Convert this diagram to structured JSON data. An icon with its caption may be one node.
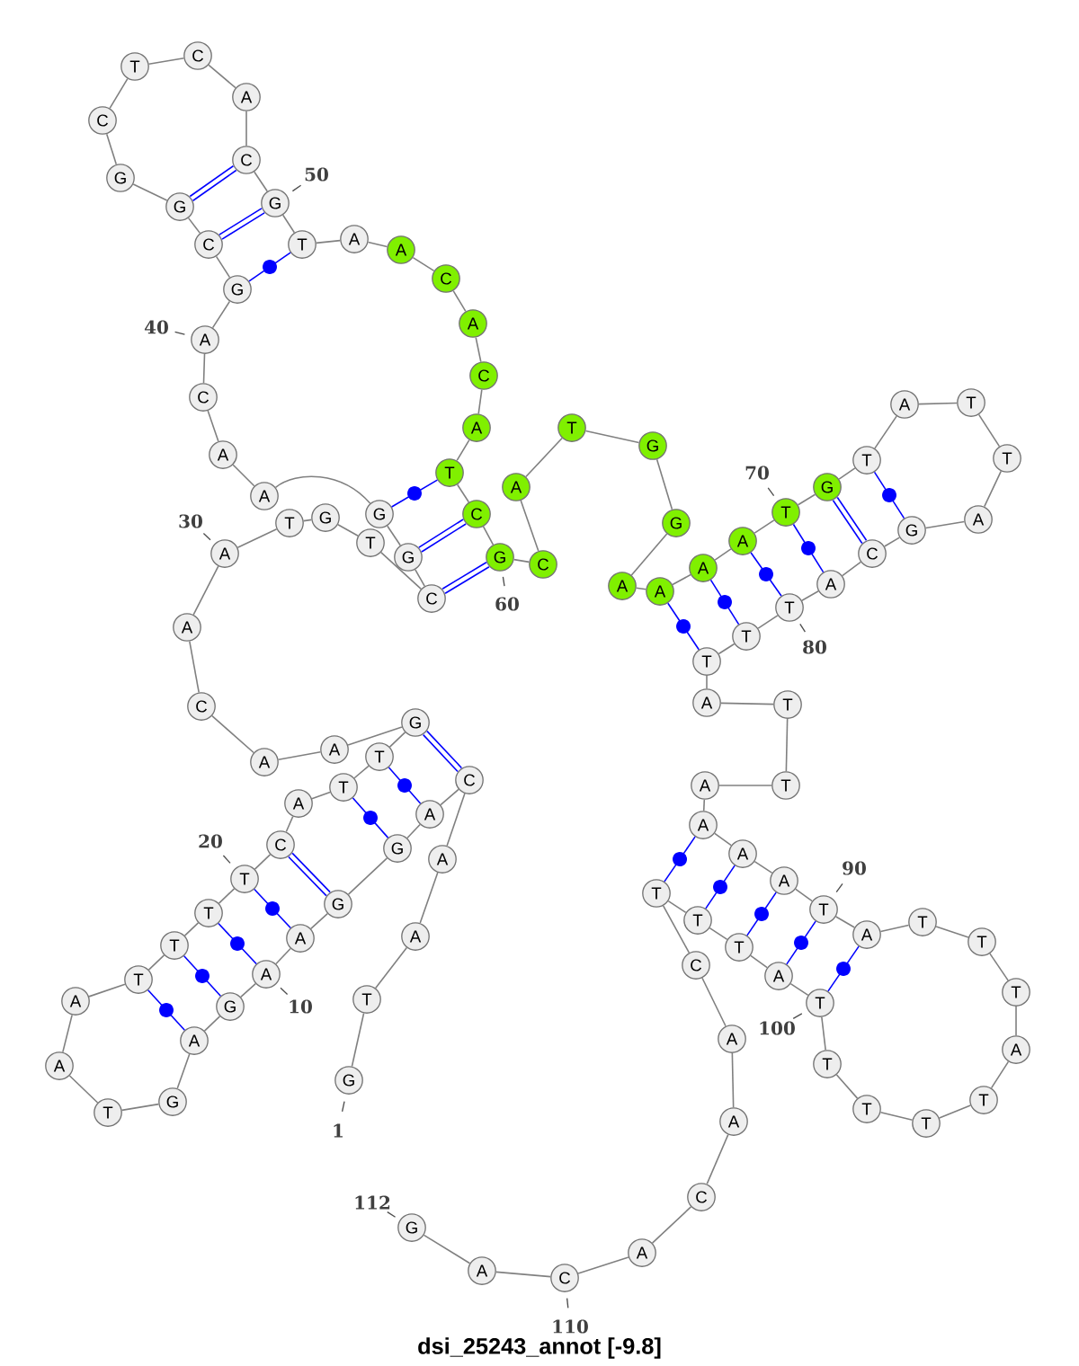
{
  "diagram": {
    "caption": "dsi_25243_annot [-9.8]",
    "nodes": [
      {
        "text": [
          "G"
        ],
        "beside": [
          "1"
        ]
      },
      {
        "text": [
          "T"
        ]
      },
      {
        "text": [
          "A"
        ]
      },
      {
        "text": [
          "A"
        ]
      },
      {
        "text": [
          "C"
        ]
      },
      {
        "text": [
          "A"
        ]
      },
      {
        "text": [
          "G"
        ]
      },
      {
        "text": [
          "G"
        ]
      },
      {
        "text": [
          "A"
        ]
      },
      {
        "text": [
          "A"
        ],
        "beside": [
          "10"
        ]
      },
      {
        "text": [
          "G"
        ]
      },
      {
        "text": [
          "A"
        ]
      },
      {
        "text": [
          "G"
        ]
      },
      {
        "text": [
          "T"
        ]
      },
      {
        "text": [
          "A"
        ]
      },
      {
        "text": [
          "A"
        ]
      },
      {
        "text": [
          "T"
        ]
      },
      {
        "text": [
          "T"
        ]
      },
      {
        "text": [
          "T"
        ]
      },
      {
        "text": [
          "T"
        ],
        "beside": [
          "20"
        ]
      },
      {
        "text": [
          "C"
        ]
      },
      {
        "text": [
          "A"
        ]
      },
      {
        "text": [
          "T"
        ]
      },
      {
        "text": [
          "T"
        ]
      },
      {
        "text": [
          "G"
        ]
      },
      {
        "text": [
          "A"
        ]
      },
      {
        "text": [
          "A"
        ]
      },
      {
        "text": [
          "C"
        ]
      },
      {
        "text": [
          "A"
        ]
      },
      {
        "text": [
          "A"
        ],
        "beside": [
          "30"
        ]
      },
      {
        "text": [
          "T"
        ]
      },
      {
        "text": [
          "G"
        ]
      },
      {
        "text": [
          "T"
        ]
      },
      {
        "text": [
          "C"
        ]
      },
      {
        "text": [
          "G"
        ]
      },
      {
        "text": [
          "G"
        ]
      },
      {
        "text": [
          "A"
        ]
      },
      {
        "text": [
          "A"
        ]
      },
      {
        "text": [
          "C"
        ]
      },
      {
        "text": [
          "A"
        ],
        "beside": [
          "40"
        ]
      },
      {
        "text": [
          "G"
        ]
      },
      {
        "text": [
          "C"
        ]
      },
      {
        "text": [
          "G"
        ]
      },
      {
        "text": [
          "G"
        ]
      },
      {
        "text": [
          "C"
        ]
      },
      {
        "text": [
          "T"
        ]
      },
      {
        "text": [
          "C"
        ]
      },
      {
        "text": [
          "A"
        ]
      },
      {
        "text": [
          "C"
        ]
      },
      {
        "text": [
          "G"
        ],
        "beside": [
          "50"
        ]
      },
      {
        "text": [
          "T"
        ]
      },
      {
        "text": [
          "A"
        ]
      },
      {
        "text": [
          "A"
        ]
      },
      {
        "text": [
          "C"
        ]
      },
      {
        "text": [
          "A"
        ]
      },
      {
        "text": [
          "C"
        ]
      },
      {
        "text": [
          "A"
        ]
      },
      {
        "text": [
          "T"
        ]
      },
      {
        "text": [
          "C"
        ]
      },
      {
        "text": [
          "G"
        ],
        "beside": [
          "60"
        ]
      },
      {
        "text": [
          "C"
        ]
      },
      {
        "text": [
          "A"
        ]
      },
      {
        "text": [
          "T"
        ]
      },
      {
        "text": [
          "G"
        ]
      },
      {
        "text": [
          "G"
        ]
      },
      {
        "text": [
          "A"
        ]
      },
      {
        "text": [
          "A"
        ]
      },
      {
        "text": [
          "A"
        ]
      },
      {
        "text": [
          "A"
        ]
      },
      {
        "text": [
          "T"
        ],
        "beside": [
          "70"
        ]
      },
      {
        "text": [
          "G"
        ]
      },
      {
        "text": [
          "T"
        ]
      },
      {
        "text": [
          "A"
        ]
      },
      {
        "text": [
          "T"
        ]
      },
      {
        "text": [
          "T"
        ]
      },
      {
        "text": [
          "A"
        ]
      },
      {
        "text": [
          "G"
        ]
      },
      {
        "text": [
          "C"
        ]
      },
      {
        "text": [
          "A"
        ]
      },
      {
        "text": [
          "T"
        ],
        "beside": [
          "80"
        ]
      },
      {
        "text": [
          "T"
        ]
      },
      {
        "text": [
          "T"
        ]
      },
      {
        "text": [
          "A"
        ]
      },
      {
        "text": [
          "T"
        ]
      },
      {
        "text": [
          "T"
        ]
      },
      {
        "text": [
          "A"
        ]
      },
      {
        "text": [
          "A"
        ]
      },
      {
        "text": [
          "A"
        ]
      },
      {
        "text": [
          "A"
        ]
      },
      {
        "text": [
          "T"
        ],
        "beside": [
          "90"
        ]
      },
      {
        "text": [
          "A"
        ]
      },
      {
        "text": [
          "T"
        ]
      },
      {
        "text": [
          "T"
        ]
      },
      {
        "text": [
          "T"
        ]
      },
      {
        "text": [
          "A"
        ]
      },
      {
        "text": [
          "T"
        ]
      },
      {
        "text": [
          "T"
        ]
      },
      {
        "text": [
          "T"
        ]
      },
      {
        "text": [
          "T"
        ]
      },
      {
        "text": [
          "T"
        ],
        "beside": [
          "100"
        ]
      },
      {
        "text": [
          "A"
        ]
      },
      {
        "text": [
          "T"
        ]
      },
      {
        "text": [
          "T"
        ]
      },
      {
        "text": [
          "T"
        ]
      },
      {
        "text": [
          "C"
        ]
      },
      {
        "text": [
          "A"
        ]
      },
      {
        "text": [
          "A"
        ]
      },
      {
        "text": [
          "C"
        ]
      },
      {
        "text": [
          "A"
        ]
      },
      {
        "text": [
          "C"
        ],
        "beside": [
          "110"
        ]
      },
      {
        "text": [
          "A"
        ]
      },
      {
        "text": [
          "G"
        ],
        "beside": [
          "112"
        ]
      }
    ],
    "edges": [
      {
        "from": 0,
        "to": 1,
        "arrow": "none"
      },
      {
        "from": 1,
        "to": 2,
        "arrow": "none"
      },
      {
        "from": 2,
        "to": 3,
        "arrow": "none"
      },
      {
        "from": 3,
        "to": 4,
        "arrow": "none"
      },
      {
        "from": 4,
        "to": 5,
        "arrow": "none"
      },
      {
        "from": 5,
        "to": 6,
        "arrow": "none"
      },
      {
        "from": 6,
        "to": 7,
        "arrow": "none"
      },
      {
        "from": 7,
        "to": 8,
        "arrow": "none"
      },
      {
        "from": 8,
        "to": 9,
        "arrow": "none"
      },
      {
        "from": 9,
        "to": 10,
        "arrow": "none"
      },
      {
        "from": 10,
        "to": 11,
        "arrow": "none"
      },
      {
        "from": 11,
        "to": 12,
        "arrow": "none"
      },
      {
        "from": 12,
        "to": 13,
        "arrow": "none"
      },
      {
        "from": 13,
        "to": 14,
        "arrow": "none"
      },
      {
        "from": 14,
        "to": 15,
        "arrow": "none"
      },
      {
        "from": 15,
        "to": 16,
        "arrow": "none"
      },
      {
        "from": 16,
        "to": 17,
        "arrow": "none"
      },
      {
        "from": 17,
        "to": 18,
        "arrow": "none"
      },
      {
        "from": 18,
        "to": 19,
        "arrow": "none"
      },
      {
        "from": 19,
        "to": 20,
        "arrow": "none"
      },
      {
        "from": 20,
        "to": 21,
        "arrow": "none"
      },
      {
        "from": 21,
        "to": 22,
        "arrow": "none"
      },
      {
        "from": 22,
        "to": 23,
        "arrow": "none"
      },
      {
        "from": 23,
        "to": 24,
        "arrow": "none"
      },
      {
        "from": 24,
        "to": 25,
        "arrow": "none"
      },
      {
        "from": 25,
        "to": 26,
        "arrow": "none"
      },
      {
        "from": 26,
        "to": 27,
        "arrow": "none"
      },
      {
        "from": 27,
        "to": 28,
        "arrow": "none"
      },
      {
        "from": 28,
        "to": 29,
        "arrow": "none"
      },
      {
        "from": 29,
        "to": 30,
        "arrow": "none"
      },
      {
        "from": 30,
        "to": 31,
        "arrow": "none"
      },
      {
        "from": 31,
        "to": 32,
        "arrow": "none"
      },
      {
        "from": 32,
        "to": 33,
        "arrow": "none"
      },
      {
        "from": 33,
        "to": 34,
        "arrow": "none"
      },
      {
        "from": 34,
        "to": 35,
        "arrow": "none"
      },
      {
        "from": 35,
        "to": 36,
        "arrow": "none"
      },
      {
        "from": 36,
        "to": 37,
        "arrow": "none"
      },
      {
        "from": 37,
        "to": 38,
        "arrow": "none"
      },
      {
        "from": 38,
        "to": 39,
        "arrow": "none"
      },
      {
        "from": 39,
        "to": 40,
        "arrow": "none"
      },
      {
        "from": 40,
        "to": 41,
        "arrow": "none"
      },
      {
        "from": 41,
        "to": 42,
        "arrow": "none"
      },
      {
        "from": 42,
        "to": 43,
        "arrow": "none"
      },
      {
        "from": 43,
        "to": 44,
        "arrow": "none"
      },
      {
        "from": 44,
        "to": 45,
        "arrow": "none"
      },
      {
        "from": 45,
        "to": 46,
        "arrow": "none"
      },
      {
        "from": 46,
        "to": 47,
        "arrow": "none"
      },
      {
        "from": 47,
        "to": 48,
        "arrow": "none"
      },
      {
        "from": 48,
        "to": 49,
        "arrow": "none"
      },
      {
        "from": 49,
        "to": 50,
        "arrow": "none"
      },
      {
        "from": 50,
        "to": 51,
        "arrow": "none"
      },
      {
        "from": 51,
        "to": 52,
        "arrow": "none"
      },
      {
        "from": 52,
        "to": 53,
        "arrow": "none"
      },
      {
        "from": 53,
        "to": 54,
        "arrow": "none"
      },
      {
        "from": 54,
        "to": 55,
        "arrow": "none"
      },
      {
        "from": 55,
        "to": 56,
        "arrow": "none"
      },
      {
        "from": 56,
        "to": 57,
        "arrow": "none"
      },
      {
        "from": 57,
        "to": 58,
        "arrow": "none"
      },
      {
        "from": 58,
        "to": 59,
        "arrow": "none"
      },
      {
        "from": 59,
        "to": 60,
        "arrow": "none"
      },
      {
        "from": 60,
        "to": 61,
        "arrow": "none"
      },
      {
        "from": 61,
        "to": 62,
        "arrow": "none"
      },
      {
        "from": 62,
        "to": 63,
        "arrow": "none"
      },
      {
        "from": 63,
        "to": 64,
        "arrow": "none"
      },
      {
        "from": 64,
        "to": 65,
        "arrow": "none"
      },
      {
        "from": 65,
        "to": 66,
        "arrow": "none"
      },
      {
        "from": 66,
        "to": 67,
        "arrow": "none"
      },
      {
        "from": 67,
        "to": 68,
        "arrow": "none"
      },
      {
        "from": 68,
        "to": 69,
        "arrow": "none"
      },
      {
        "from": 69,
        "to": 70,
        "arrow": "none"
      },
      {
        "from": 70,
        "to": 71,
        "arrow": "none"
      },
      {
        "from": 71,
        "to": 72,
        "arrow": "none"
      },
      {
        "from": 72,
        "to": 73,
        "arrow": "none"
      },
      {
        "from": 73,
        "to": 74,
        "arrow": "none"
      },
      {
        "from": 74,
        "to": 75,
        "arrow": "none"
      },
      {
        "from": 75,
        "to": 76,
        "arrow": "none"
      },
      {
        "from": 76,
        "to": 77,
        "arrow": "none"
      },
      {
        "from": 77,
        "to": 78,
        "arrow": "none"
      },
      {
        "from": 78,
        "to": 79,
        "arrow": "none"
      },
      {
        "from": 79,
        "to": 80,
        "arrow": "none"
      },
      {
        "from": 80,
        "to": 81,
        "arrow": "none"
      },
      {
        "from": 81,
        "to": 82,
        "arrow": "none"
      },
      {
        "from": 82,
        "to": 83,
        "arrow": "none"
      },
      {
        "from": 83,
        "to": 84,
        "arrow": "none"
      },
      {
        "from": 84,
        "to": 85,
        "arrow": "none"
      },
      {
        "from": 85,
        "to": 86,
        "arrow": "none"
      },
      {
        "from": 86,
        "to": 87,
        "arrow": "none"
      },
      {
        "from": 87,
        "to": 88,
        "arrow": "none"
      },
      {
        "from": 88,
        "to": 89,
        "arrow": "none"
      },
      {
        "from": 89,
        "to": 90,
        "arrow": "none"
      },
      {
        "from": 90,
        "to": 91,
        "arrow": "none"
      },
      {
        "from": 91,
        "to": 92,
        "arrow": "none"
      },
      {
        "from": 92,
        "to": 93,
        "arrow": "none"
      },
      {
        "from": 93,
        "to": 94,
        "arrow": "none"
      },
      {
        "from": 94,
        "to": 95,
        "arrow": "none"
      },
      {
        "from": 95,
        "to": 96,
        "arrow": "none"
      },
      {
        "from": 96,
        "to": 97,
        "arrow": "none"
      },
      {
        "from": 97,
        "to": 98,
        "arrow": "none"
      },
      {
        "from": 98,
        "to": 99,
        "arrow": "none"
      },
      {
        "from": 99,
        "to": 100,
        "arrow": "none"
      },
      {
        "from": 100,
        "to": 101,
        "arrow": "none"
      },
      {
        "from": 101,
        "to": 102,
        "arrow": "none"
      },
      {
        "from": 102,
        "to": 103,
        "arrow": "none"
      },
      {
        "from": 103,
        "to": 104,
        "arrow": "none"
      },
      {
        "from": 104,
        "to": 105,
        "arrow": "none"
      },
      {
        "from": 105,
        "to": 106,
        "arrow": "none"
      },
      {
        "from": 106,
        "to": 107,
        "arrow": "none"
      },
      {
        "from": 107,
        "to": 108,
        "arrow": "none"
      },
      {
        "from": 108,
        "to": 109,
        "arrow": "none"
      },
      {
        "from": 109,
        "to": 110,
        "arrow": "none"
      },
      {
        "from": 110,
        "to": 111,
        "arrow": "none"
      },
      {
        "from": 4,
        "to": 24,
        "arrow": "none",
        "color": "#0000ff",
        "style": "thick"
      },
      {
        "from": 5,
        "to": 23,
        "arrow": "none",
        "color": "#0000ff"
      },
      {
        "from": 6,
        "to": 22,
        "arrow": "none",
        "color": "#0000ff"
      },
      {
        "from": 7,
        "to": 20,
        "arrow": "none",
        "color": "#0000ff",
        "style": "thick"
      },
      {
        "from": 8,
        "to": 19,
        "arrow": "none",
        "color": "#0000ff"
      },
      {
        "from": 9,
        "to": 18,
        "arrow": "none",
        "color": "#0000ff"
      },
      {
        "from": 10,
        "to": 17,
        "arrow": "none",
        "color": "#0000ff"
      },
      {
        "from": 11,
        "to": 16,
        "arrow": "none",
        "color": "#0000ff"
      },
      {
        "from": 33,
        "to": 59,
        "arrow": "none",
        "color": "#0000ff",
        "style": "thick"
      },
      {
        "from": 34,
        "to": 58,
        "arrow": "none",
        "color": "#0000ff",
        "style": "thick"
      },
      {
        "from": 35,
        "to": 57,
        "arrow": "none",
        "color": "#0000ff"
      },
      {
        "from": 40,
        "to": 50,
        "arrow": "none",
        "color": "#0000ff"
      },
      {
        "from": 41,
        "to": 49,
        "arrow": "none",
        "color": "#0000ff",
        "style": "thick"
      },
      {
        "from": 42,
        "to": 48,
        "arrow": "none",
        "color": "#0000ff",
        "style": "thick"
      },
      {
        "from": 66,
        "to": 81,
        "arrow": "none",
        "color": "#0000ff"
      },
      {
        "from": 67,
        "to": 80,
        "arrow": "none",
        "color": "#0000ff"
      },
      {
        "from": 68,
        "to": 79,
        "arrow": "none",
        "color": "#0000ff"
      },
      {
        "from": 69,
        "to": 78,
        "arrow": "none",
        "color": "#0000ff"
      },
      {
        "from": 70,
        "to": 77,
        "arrow": "none",
        "color": "#0000ff",
        "style": "thick"
      },
      {
        "from": 71,
        "to": 76,
        "arrow": "none",
        "color": "#0000ff"
      },
      {
        "from": 86,
        "to": 103,
        "arrow": "none",
        "color": "#0000ff"
      },
      {
        "from": 87,
        "to": 102,
        "arrow": "none",
        "color": "#0000ff"
      },
      {
        "from": 88,
        "to": 101,
        "arrow": "none",
        "color": "#0000ff"
      },
      {
        "from": 89,
        "to": 100,
        "arrow": "none",
        "color": "#0000ff"
      },
      {
        "from": 90,
        "to": 99,
        "arrow": "none",
        "color": "#0000ff"
      }
    ]
  }
}
